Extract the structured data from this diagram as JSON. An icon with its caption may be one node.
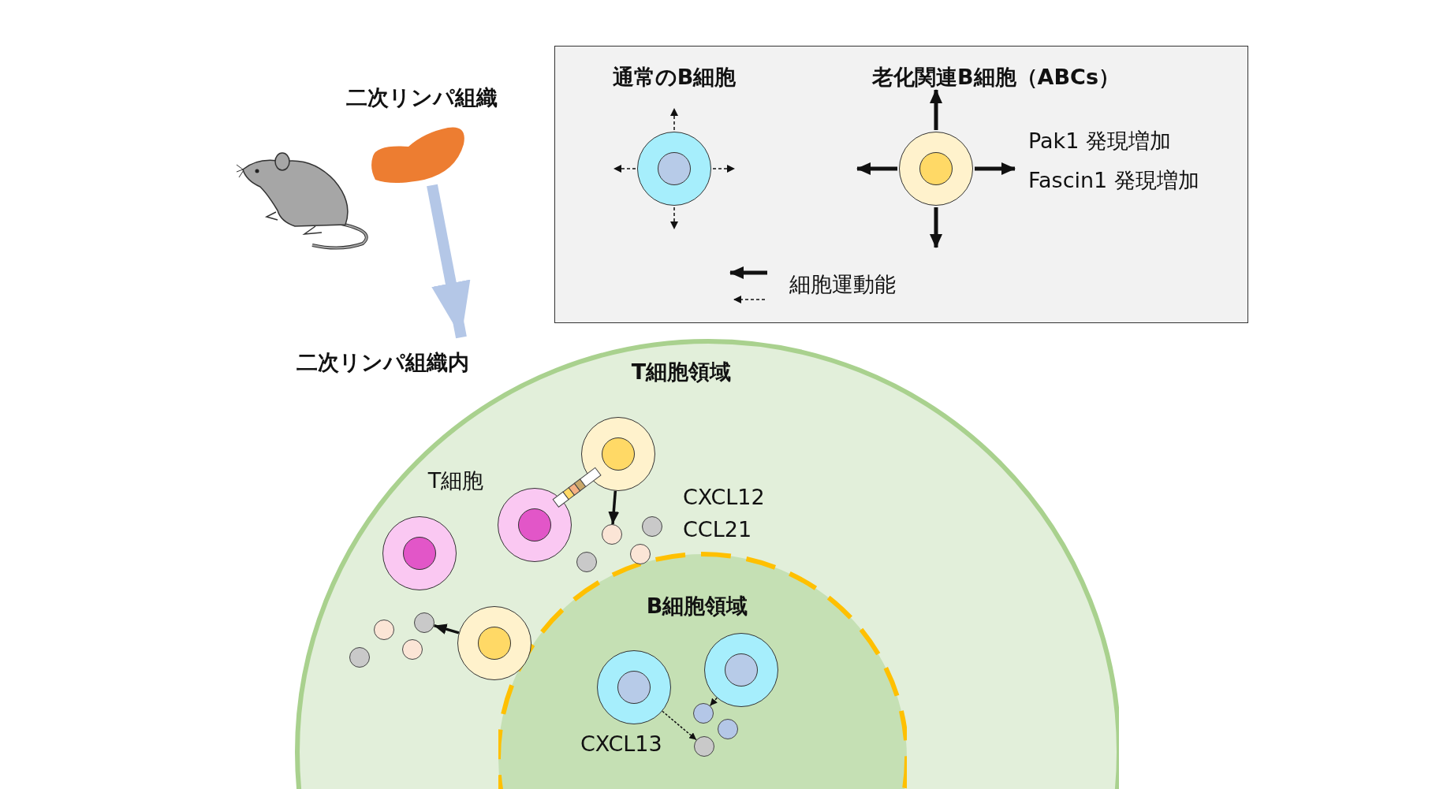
{
  "diagram": {
    "nodes": [
      {
        "text": [],
        "shape": "picture"
      },
      {
        "text": [
          "二次リンパ組織"
        ]
      },
      {
        "text": [],
        "shape": "box"
      },
      {
        "text": [
          "通常のB細胞"
        ],
        "in": 2
      },
      {
        "text": [
          "老化関連B細胞（ABCs）"
        ],
        "beside": [
          "Pak1 発現増加",
          "Fascin1 発現増加"
        ],
        "in": 2
      },
      {
        "text": [
          "二次リンパ組織内",
          "T細胞領域"
        ]
      },
      {
        "text": [
          "B細胞領域"
        ],
        "in": 5
      },
      {
        "text": [],
        "shape": "circle",
        "in": 5
      },
      {
        "text": [],
        "shape": "circle",
        "in": 5
      },
      {
        "text": [],
        "shape": "circle",
        "in": 5
      },
      {
        "text": [],
        "shape": "circle",
        "in": 5
      },
      {
        "text": [],
        "shape": "circle",
        "in": 6
      },
      {
        "text": [],
        "shape": "circle",
        "in": 6
      },
      {
        "text": [],
        "shape": "circle",
        "in": 5
      },
      {
        "text": [],
        "shape": "circle",
        "in": 5
      },
      {
        "text": [],
        "shape": "circle",
        "in": 5
      },
      {
        "text": [],
        "shape": "circle",
        "in": 5
      },
      {
        "text": [],
        "shape": "circle",
        "in": 5
      },
      {
        "text": [],
        "shape": "circle",
        "in": 5
      },
      {
        "text": [],
        "shape": "circle",
        "in": 5
      },
      {
        "text": [],
        "shape": "circle",
        "in": 5
      },
      {
        "text": [],
        "shape": "circle",
        "in": 6
      },
      {
        "text": [],
        "shape": "circle",
        "in": 6
      },
      {
        "text": [],
        "shape": "circle",
        "in": 6
      }
    ],
    "edges": [
      {
        "from": 1,
        "to": 5,
        "arrow": "to",
        "style": "thick",
        "color": "#b4c7e7"
      },
      {
        "from": 7,
        "to": 13,
        "arrow": "to"
      },
      {
        "from": 10,
        "to": 18,
        "arrow": "to"
      },
      {
        "from": 11,
        "to": 23,
        "arrow": "to",
        "style": "dashed"
      },
      {
        "from": 12,
        "to": 21,
        "arrow": "to",
        "style": "dashed"
      }
    ],
    "labels": [
      "T細胞",
      "CXCL12",
      "CCL21",
      "CXCL13"
    ],
    "legend": [
      {
        "text": "細胞運動能"
      }
    ]
  }
}
